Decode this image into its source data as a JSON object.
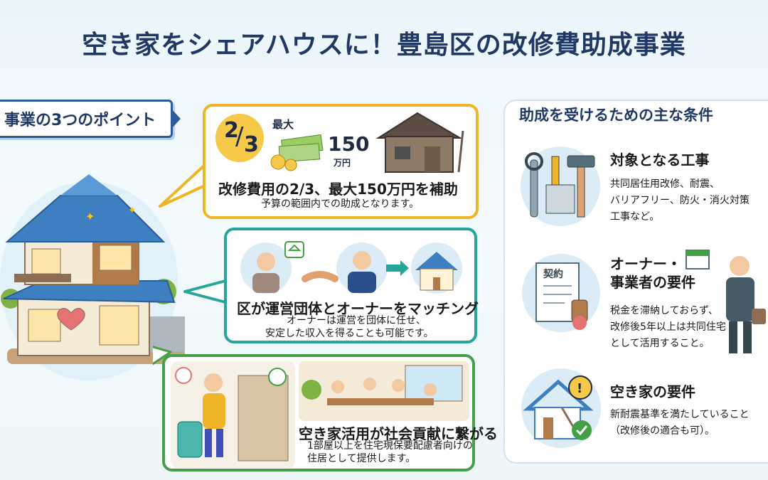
{
  "title": "空き家をシェアハウスに！豊島区の改修費助成事業",
  "points_ribbon": "事業の3つのポイント",
  "point1": {
    "fraction_num": "2",
    "fraction_den": "3",
    "max_label": "最大",
    "amount": "150",
    "amount_unit": "万円",
    "heading": "改修費用の2/3、最大150万円を補助",
    "note": "予算の範囲内での助成となります。"
  },
  "point2": {
    "heading": "区が運営団体とオーナーをマッチング",
    "lines": [
      "オーナーは運営を団体に任せ、",
      "安定した収入を得ることも可能です。"
    ]
  },
  "point3": {
    "heading": "空き家活用が社会貢献に繋がる",
    "lines": [
      "1部屋以上を住宅現保要配慮者向けの",
      "住居として提供します。"
    ]
  },
  "conditions": {
    "title": "助成を受けるための主な条件",
    "contract_label": "契約",
    "items": [
      {
        "heading": "対象となる工事",
        "lines": [
          "共同居住用改修、耐震、",
          "バリアフリー、防火・消火対策",
          "工事など。"
        ]
      },
      {
        "heading_lines": [
          "オーナー・",
          "事業者の要件"
        ],
        "lines": [
          "税金を滞納しておらず、",
          "改修後5年以上は共同住宅",
          "として活用すること。"
        ]
      },
      {
        "heading": "空き家の要件",
        "lines": [
          "新耐震基準を満たしていること",
          "（改修後の適合も可）。"
        ]
      }
    ]
  },
  "colors": {
    "title": "#1f3864",
    "yellow": "#f0b429",
    "teal": "#26a69a",
    "green": "#43a047",
    "roof": "#3d7fc1"
  }
}
